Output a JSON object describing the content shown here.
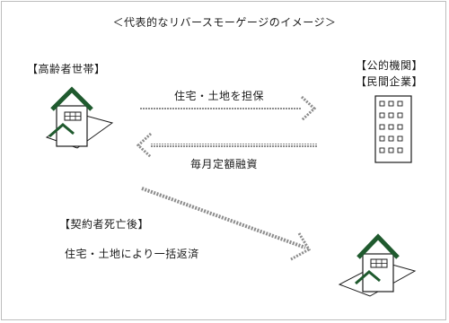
{
  "diagram": {
    "title": "＜代表的なリバースモーゲージのイメージ＞",
    "household_label": "【高齢者世帯】",
    "institution_label_line1": "【公的機関】",
    "institution_label_line2": "【民間企業】",
    "collateral_label": "住宅・土地を担保",
    "monthly_financing_label": "毎月定額融資",
    "after_death_label": "【契約者死亡後】",
    "repayment_label": "住宅・土地により一括返済",
    "colors": {
      "house_roof": "#1f5a2e",
      "arrow": "#9a9a9a",
      "line": "#1a1a1a",
      "frame": "#bdbdbd"
    }
  }
}
